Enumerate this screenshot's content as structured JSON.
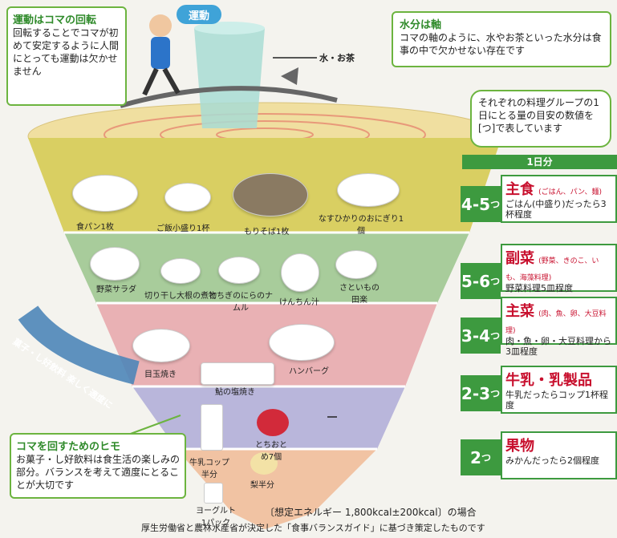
{
  "exercise": {
    "bubble": "運動",
    "title": "運動はコマの回転",
    "body": "回転することでコマが初めて安定するように人間にとっても運動は欠かせません"
  },
  "water": {
    "title": "水分は軸",
    "body": "コマの軸のように、水やお茶といった水分は食事の中で欠かせない存在です",
    "label": "水・お茶"
  },
  "servings_note": "それぞれの料理グループの1日にとる量の目安の数値を[つ]で表しています",
  "day_header": "1日分",
  "groups": [
    {
      "range": "4-5",
      "unit": "つ",
      "name": "主食",
      "sub": "(ごはん、パン、麺)",
      "desc": "ごはん(中盛り)だったら3杯程度"
    },
    {
      "range": "5-6",
      "unit": "つ",
      "name": "副菜",
      "sub": "(野菜、きのこ、いも、海藻料理)",
      "desc": "野菜料理5皿程度"
    },
    {
      "range": "3-4",
      "unit": "つ",
      "name": "主菜",
      "sub": "(肉、魚、卵、大豆料理)",
      "desc": "肉・魚・卵・大豆料理から3皿程度"
    },
    {
      "range": "2-3",
      "unit": "つ",
      "name": "牛乳・乳製品",
      "sub": "",
      "desc": "牛乳だったらコップ1杯程度"
    },
    {
      "range": "2",
      "unit": "つ",
      "name": "果物",
      "sub": "",
      "desc": "みかんだったら2個程度"
    }
  ],
  "foods": {
    "staple": [
      "食パン1枚",
      "ご飯小盛り1杯",
      "もりそば1枚",
      "なすひかりのおにぎり1個"
    ],
    "side": [
      "野菜サラダ",
      "切り干し大根の煮物",
      "とちぎのにらのナムル",
      "けんちん汁",
      "さといもの田楽"
    ],
    "main": [
      "目玉焼き",
      "鮎の塩焼き",
      "ハンバーグ"
    ],
    "dairy": [
      "牛乳コップ半分",
      "ヨーグルト1パック"
    ],
    "fruit": [
      "とちおとめ7個",
      "梨半分"
    ]
  },
  "snack_band": "菓子・し好飲料 楽しく適度に",
  "string": {
    "title": "コマを回すためのヒモ",
    "body": "お菓子・し好飲料は食生活の楽しみの部分。バランスを考えて適度にとることが大切です"
  },
  "footer": {
    "energy": "〔想定エネルギー 1,800kcal±200kcal〕の場合",
    "source": "厚生労働省と農林水産省が決定した「食事バランスガイド」に基づき策定したものです"
  },
  "colors": {
    "green": "#3d9a3f",
    "red": "#c8102e",
    "tier_staple": "#d9cf62",
    "tier_side": "#a8cc9b",
    "tier_main": "#e9b1b4",
    "tier_dairy": "#b9b6db"
  }
}
